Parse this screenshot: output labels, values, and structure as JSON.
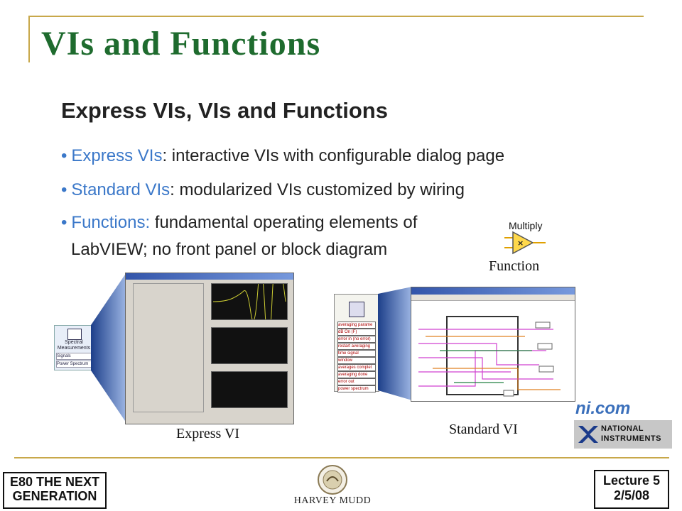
{
  "slide": {
    "title": "VIs and Functions"
  },
  "content": {
    "subtitle": "Express VIs, VIs and Functions",
    "bullets": [
      {
        "keyword": "Express VIs",
        "text": ": interactive VIs with configurable dialog page"
      },
      {
        "keyword": "Standard VIs",
        "text": ": modularized VIs customized by wiring"
      },
      {
        "keyword": "Functions:",
        "text": " fundamental operating elements of"
      }
    ],
    "continuation": "LabVIEW; no front panel or block diagram"
  },
  "figures": {
    "multiply_label": "Multiply",
    "function_caption": "Function",
    "express_caption": "Express VI",
    "standard_caption": "Standard VI",
    "express_block": {
      "label": "Spectral Measurements",
      "row1": "Signals",
      "row2": "Power Spectrum"
    },
    "standard_terminals": [
      "averaging parame",
      "dB On (F)",
      "error in (no error)",
      "restart averaging",
      "time signal",
      "window",
      "averages complet",
      "averaging done",
      "error out",
      "power spectrum"
    ]
  },
  "branding": {
    "ni_com": "ni.com",
    "ni_line1": "NATIONAL",
    "ni_line2": "INSTRUMENTS",
    "hmc_name": "HARVEY MUDD",
    "footer_left_line1": "E80 THE NEXT",
    "footer_left_line2": "GENERATION",
    "footer_right_line1": "Lecture 5",
    "footer_right_line2": "2/5/08"
  },
  "colors": {
    "title": "#1e6b2e",
    "keyword": "#3b78c9",
    "frame": "#c8a84a",
    "ni_com": "#3a6fbb"
  }
}
